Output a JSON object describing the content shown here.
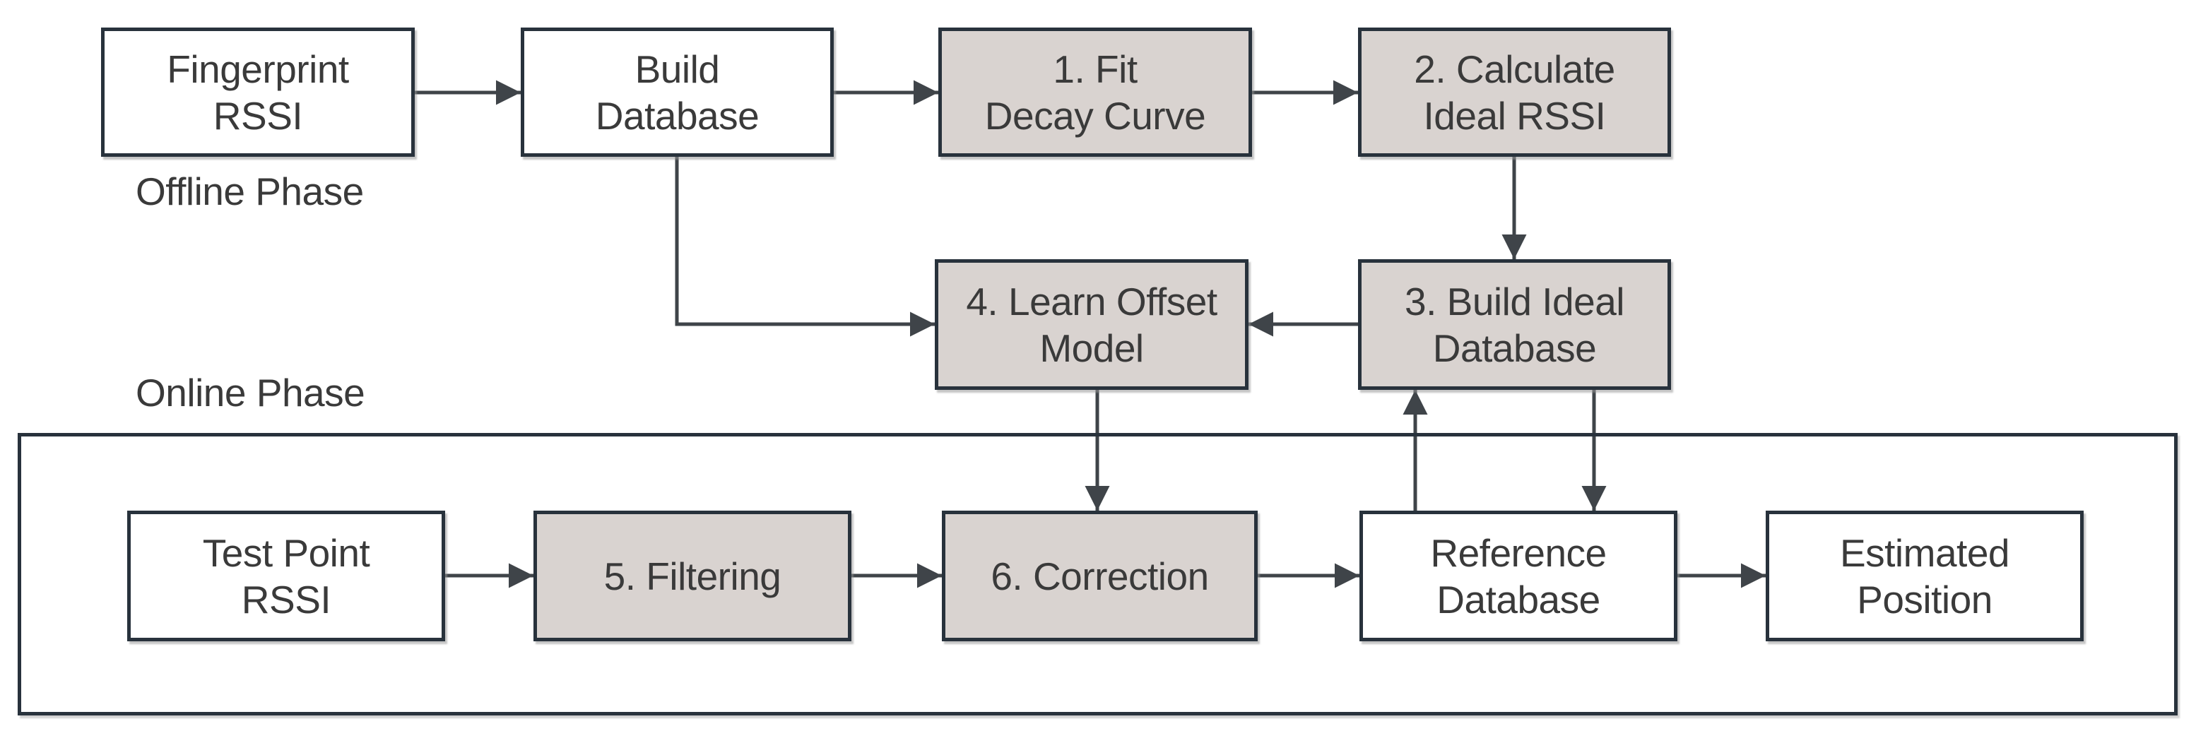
{
  "diagram": {
    "offline_phase_label": "Offline Phase",
    "online_phase_label": "Online Phase"
  },
  "nodes": [
    {
      "id": "fingerprint-rssi",
      "label": "Fingerprint\nRSSI",
      "shaded": false
    },
    {
      "id": "build-database",
      "label": "Build\nDatabase",
      "shaded": false
    },
    {
      "id": "fit-decay-curve",
      "label": "1. Fit\nDecay Curve",
      "shaded": true
    },
    {
      "id": "calculate-ideal-rssi",
      "label": "2. Calculate\nIdeal RSSI",
      "shaded": true
    },
    {
      "id": "learn-offset-model",
      "label": "4. Learn Offset\nModel",
      "shaded": true
    },
    {
      "id": "build-ideal-database",
      "label": "3. Build Ideal\nDatabase",
      "shaded": true
    },
    {
      "id": "test-point-rssi",
      "label": "Test Point\nRSSI",
      "shaded": false
    },
    {
      "id": "filtering",
      "label": "5. Filtering",
      "shaded": true
    },
    {
      "id": "correction",
      "label": "6. Correction",
      "shaded": true
    },
    {
      "id": "reference-database",
      "label": "Reference\nDatabase",
      "shaded": false
    },
    {
      "id": "estimated-position",
      "label": "Estimated\nPosition",
      "shaded": false
    }
  ],
  "edges": [
    {
      "from": "fingerprint-rssi",
      "to": "build-database"
    },
    {
      "from": "build-database",
      "to": "fit-decay-curve"
    },
    {
      "from": "fit-decay-curve",
      "to": "calculate-ideal-rssi"
    },
    {
      "from": "calculate-ideal-rssi",
      "to": "build-ideal-database"
    },
    {
      "from": "build-database",
      "to": "learn-offset-model"
    },
    {
      "from": "build-ideal-database",
      "to": "learn-offset-model"
    },
    {
      "from": "learn-offset-model",
      "to": "correction"
    },
    {
      "from": "reference-database",
      "to": "build-ideal-database"
    },
    {
      "from": "build-ideal-database",
      "to": "reference-database"
    },
    {
      "from": "test-point-rssi",
      "to": "filtering"
    },
    {
      "from": "filtering",
      "to": "correction"
    },
    {
      "from": "correction",
      "to": "reference-database"
    },
    {
      "from": "reference-database",
      "to": "estimated-position"
    }
  ],
  "colors": {
    "node-border": "#28323c",
    "node-fill": "#ffffff",
    "node-fill-shaded": "#d9d3d0",
    "connector": "#3f4449",
    "text": "#3a3a3a",
    "background": "#ffffff",
    "shadow": "#c9c9c9"
  }
}
